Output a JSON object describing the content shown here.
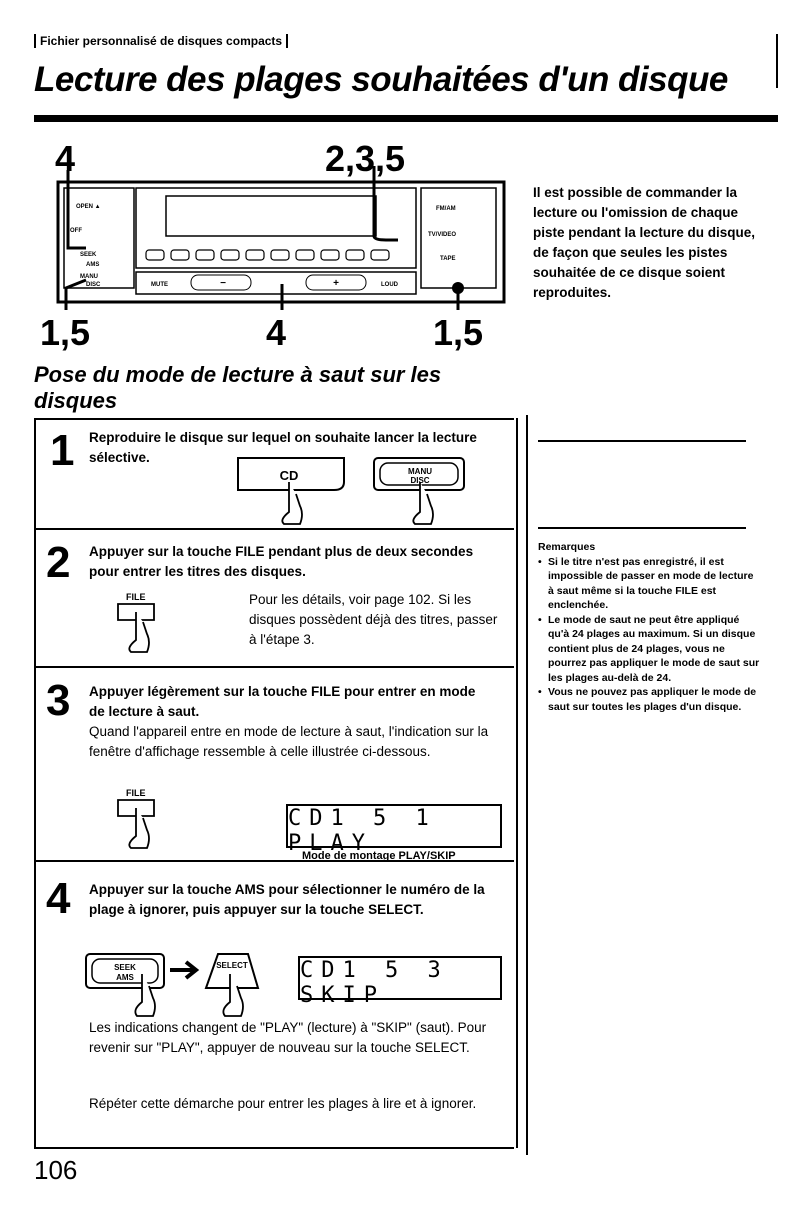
{
  "header": {
    "tag": "Fichier personnalisé de disques compacts",
    "title": "Lecture des plages souhaitées d'un disque"
  },
  "callouts": {
    "top_left": "4",
    "top_center": "2,3,5",
    "bottom_left": "1,5",
    "bottom_center": "4",
    "bottom_right": "1,5"
  },
  "device": {
    "labels": {
      "open": "OPEN ▲",
      "off": "OFF",
      "seek": "SEEK",
      "ams": "AMS",
      "manu": "MANU",
      "disc": "DISC",
      "mute": "MUTE",
      "loud": "LOUD",
      "fmam": "FM/AM",
      "tvvideo": "TV/VIDEO",
      "tape": "TAPE"
    }
  },
  "section_title": "Pose du mode de lecture à saut sur les disques",
  "intro": "Il est possible de commander la lecture ou l'omission de chaque piste pendant la lecture du disque, de façon que seules les pistes souhaitée de ce disque soient reproduites.",
  "remarks": {
    "title": "Remarques",
    "items": [
      "Si le titre n'est pas enregistré, il est impossible de passer en mode de lecture à saut même si la touche FILE est enclenchée.",
      "Le mode de saut ne peut être appliqué qu'à 24 plages au maximum. Si un disque contient plus de 24 plages, vous ne pourrez pas appliquer le mode de saut sur les plages au-delà de 24.",
      "Vous ne pouvez pas appliquer le mode de saut sur toutes les plages d'un disque."
    ]
  },
  "steps": [
    {
      "num": "1",
      "head": "Reproduire le disque sur lequel on souhaite lancer la lecture sélective.",
      "btn_cd": "CD",
      "btn_manu": "MANU",
      "btn_disc": "DISC"
    },
    {
      "num": "2",
      "head": "Appuyer sur la touche FILE pendant plus de deux secondes pour entrer les titres des disques.",
      "btn_file": "FILE",
      "text": "Pour les détails, voir page 102. Si les disques possèdent déjà des titres, passer à l'étape 3."
    },
    {
      "num": "3",
      "head": "Appuyer légèrement sur la touche FILE pour entrer en mode de lecture à saut.",
      "text": "Quand l'appareil entre en mode de lecture à saut, l'indication sur la fenêtre d'affichage ressemble à celle illustrée ci-dessous.",
      "btn_file": "FILE",
      "lcd": "CD1  5  1 PLAY",
      "caption": "Mode de montage PLAY/SKIP"
    },
    {
      "num": "4",
      "head": "Appuyer sur la touche AMS pour sélectionner le numéro de la plage à ignorer, puis appuyer sur la touche SELECT.",
      "btn_seek": "SEEK",
      "btn_ams": "AMS",
      "btn_select": "SELECT",
      "lcd": "CD1  5  3 SKIP",
      "text1": "Les indications changent de \"PLAY\" (lecture) à \"SKIP\" (saut). Pour revenir sur \"PLAY\", appuyer de nouveau sur la touche SELECT.",
      "text2": "Répéter cette démarche pour entrer les plages à lire et à ignorer."
    }
  ],
  "page_number": "106"
}
